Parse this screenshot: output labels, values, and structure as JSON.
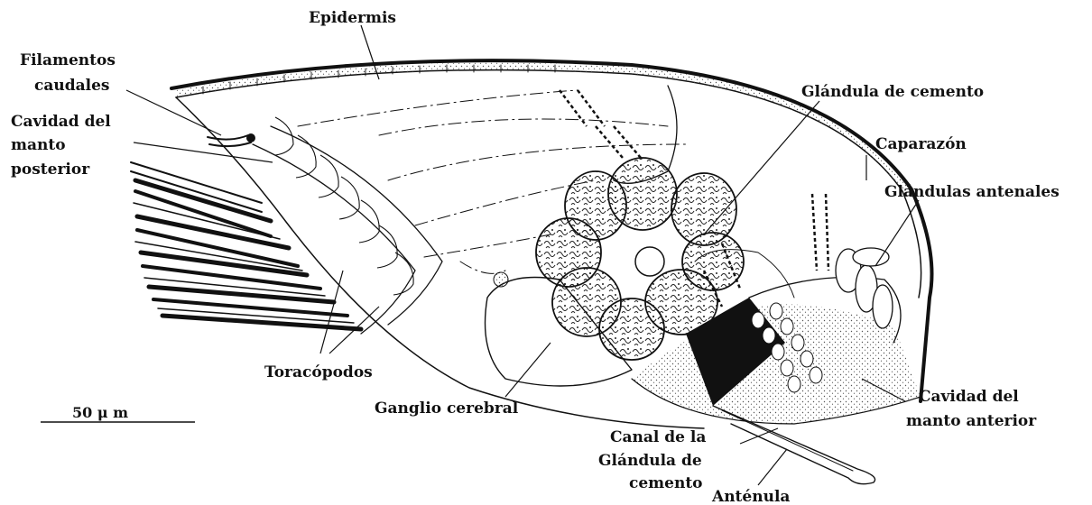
{
  "labels": {
    "epidermis": "Epidermis",
    "filamentos_1": "Filamentos",
    "filamentos_2": "caudales",
    "cavidad_post_1": "Cavidad del",
    "cavidad_post_2": "manto",
    "cavidad_post_3": "posterior",
    "glandula_cemento": "Glándula de cemento",
    "caparazon": "Caparazón",
    "glandulas_antenales": "Glándulas antenales",
    "toracopodos": "Toracópodos",
    "ganglio": "Ganglio cerebral",
    "cavidad_ant_1": "Cavidad del",
    "cavidad_ant_2": "manto anterior",
    "canal_1": "Canal de la",
    "canal_2": "Glándula de",
    "canal_3": "cemento",
    "antenula": "Anténula",
    "scale": "50 μ m"
  },
  "colors": {
    "ink": "#111111",
    "background": "#ffffff",
    "stipple": "#555555"
  }
}
